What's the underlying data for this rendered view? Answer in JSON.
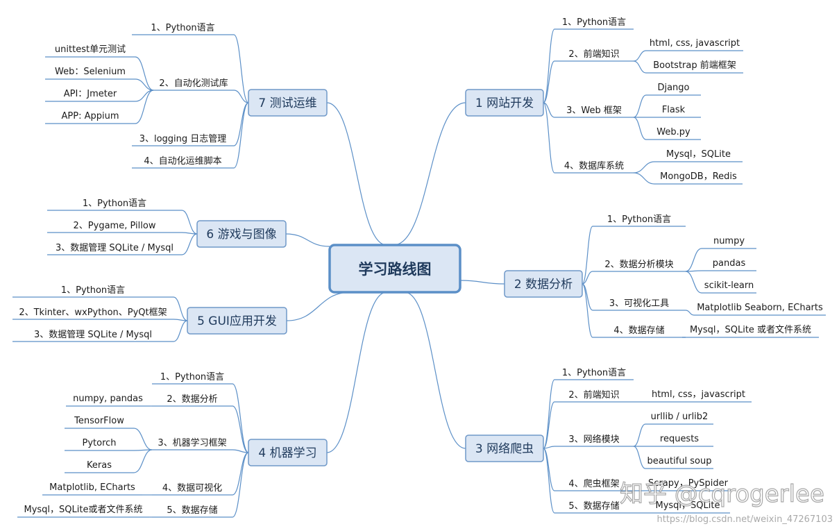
{
  "center": "学习路线图",
  "branches": [
    {
      "label": "1 网站开发",
      "items": [
        {
          "text": "1、Python语言",
          "children": []
        },
        {
          "text": "2、前端知识",
          "children": [
            "html, css, javascript",
            "Bootstrap 前端框架"
          ]
        },
        {
          "text": "3、Web 框架",
          "children": [
            "Django",
            "Flask",
            "Web.py"
          ]
        },
        {
          "text": "4、数据库系统",
          "children": [
            "Mysql，SQLite",
            "MongoDB，Redis"
          ]
        }
      ]
    },
    {
      "label": "2 数据分析",
      "items": [
        {
          "text": "1、Python语言",
          "children": []
        },
        {
          "text": "2、数据分析模块",
          "children": [
            "numpy",
            "pandas",
            "scikit-learn"
          ]
        },
        {
          "text": "3、可视化工具",
          "children": [
            "Matplotlib Seaborn, ECharts"
          ]
        },
        {
          "text": "4、数据存储",
          "children": [
            "Mysql，SQLite 或者文件系统"
          ]
        }
      ]
    },
    {
      "label": "3 网络爬虫",
      "items": [
        {
          "text": "1、Python语言",
          "children": []
        },
        {
          "text": "2、前端知识",
          "children": [
            "html,  css，javascript"
          ]
        },
        {
          "text": "3、网络模块",
          "children": [
            "urllib / urlib2",
            "requests",
            "beautiful soup"
          ]
        },
        {
          "text": "4、爬虫框架",
          "children": [
            "Scrapy，PySpider"
          ]
        },
        {
          "text": "5、数据存储",
          "children": [
            "Mysql，SQLite"
          ]
        }
      ]
    },
    {
      "label": "4 机器学习",
      "items": [
        {
          "text": "1、Python语言",
          "children": []
        },
        {
          "text": "2、数据分析",
          "children": [
            "numpy, pandas"
          ]
        },
        {
          "text": "3、机器学习框架",
          "children": [
            "TensorFlow",
            "Pytorch",
            "Keras"
          ]
        },
        {
          "text": "4、数据可视化",
          "children": [
            "Matplotlib, ECharts"
          ]
        },
        {
          "text": "5、数据存储",
          "children": [
            "Mysql，SQLite或者文件系统"
          ]
        }
      ]
    },
    {
      "label": "5 GUI应用开发",
      "items": [
        {
          "text": "1、Python语言",
          "children": []
        },
        {
          "text": "2、Tkinter、wxPython、PyQt框架",
          "children": []
        },
        {
          "text": "3、数据管理 SQLite / Mysql",
          "children": []
        }
      ]
    },
    {
      "label": "6 游戏与图像",
      "items": [
        {
          "text": "1、Python语言",
          "children": []
        },
        {
          "text": "2、Pygame, Pillow",
          "children": []
        },
        {
          "text": "3、数据管理 SQLite / Mysql",
          "children": []
        }
      ]
    },
    {
      "label": "7 测试运维",
      "items": [
        {
          "text": "1、Python语言",
          "children": []
        },
        {
          "text": "2、自动化测试库",
          "children": [
            "unittest单元测试",
            "Web：Selenium",
            "API：Jmeter",
            "APP: Appium"
          ]
        },
        {
          "text": "3、logging 日志管理",
          "children": []
        },
        {
          "text": "4、自动化运维脚本",
          "children": []
        }
      ]
    }
  ],
  "watermark": {
    "main": "知乎 @cqrogerlee",
    "url": "https://blog.csdn.net/weixin_47267103"
  },
  "colors": {
    "line": "#5b8fc7",
    "node_fill": "#dbe6f4",
    "node_border": "#6f98c8",
    "text": "#1a1a1a"
  }
}
